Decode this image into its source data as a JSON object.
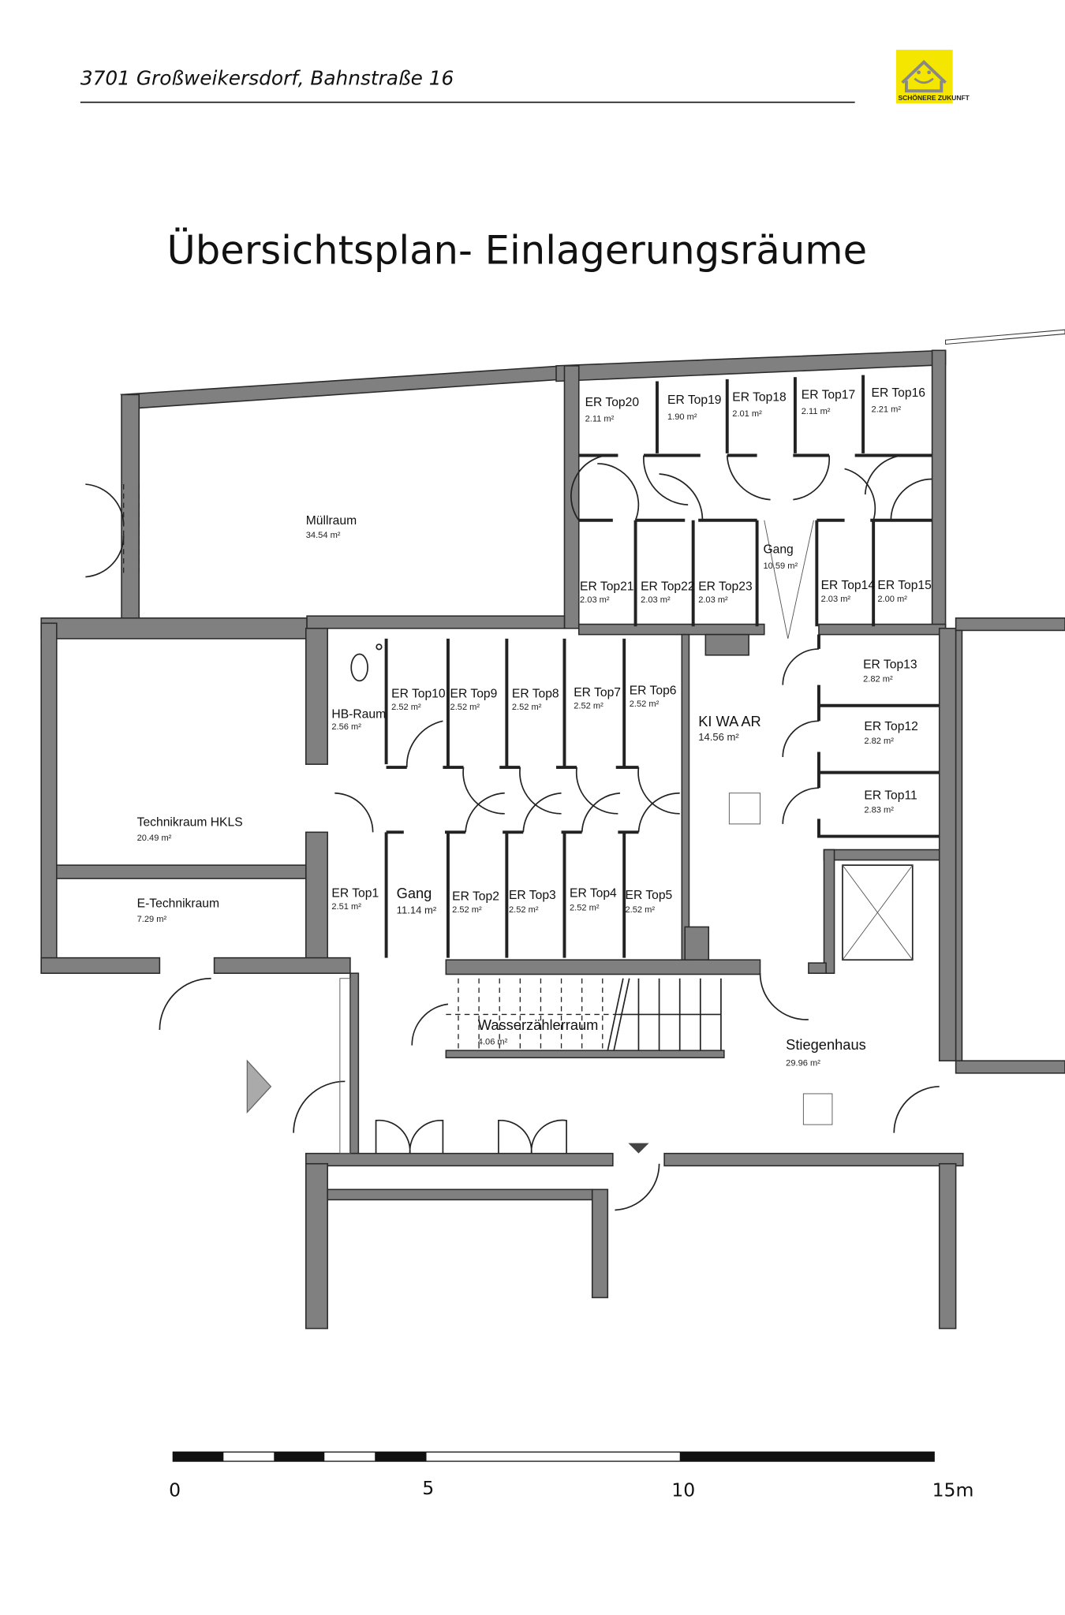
{
  "header": {
    "address": "3701 Großweikersdorf, Bahnstraße 16",
    "logo_text": "SCHÖNERE ZUKUNFT",
    "logo_color": "#f5e600"
  },
  "title": "Übersichtsplan- Einlagerungsräume",
  "rooms": {
    "muellraum": {
      "name": "Müllraum",
      "area": "34.54 m²"
    },
    "top20": {
      "name": "ER Top20",
      "area": "2.11 m²"
    },
    "top19": {
      "name": "ER Top19",
      "area": "1.90 m²"
    },
    "top18": {
      "name": "ER Top18",
      "area": "2.01 m²"
    },
    "top17": {
      "name": "ER Top17",
      "area": "2.11 m²"
    },
    "top16": {
      "name": "ER Top16",
      "area": "2.21 m²"
    },
    "top21": {
      "name": "ER Top21",
      "area": "2.03 m²"
    },
    "top22": {
      "name": "ER Top22",
      "area": "2.03 m²"
    },
    "top23": {
      "name": "ER Top23",
      "area": "2.03 m²"
    },
    "gang_upper": {
      "name": "Gang",
      "area": "10.59 m²"
    },
    "top14": {
      "name": "ER Top14",
      "area": "2.03 m²"
    },
    "top15": {
      "name": "ER Top15",
      "area": "2.00 m²"
    },
    "hb_raum": {
      "name": "HB-Raum",
      "area": "2.56 m²"
    },
    "top10": {
      "name": "ER Top10",
      "area": "2.52 m²"
    },
    "top9": {
      "name": "ER Top9",
      "area": "2.52 m²"
    },
    "top8": {
      "name": "ER Top8",
      "area": "2.52 m²"
    },
    "top7": {
      "name": "ER Top7",
      "area": "2.52 m²"
    },
    "top6": {
      "name": "ER Top6",
      "area": "2.52 m²"
    },
    "kiwaar": {
      "name": "KI WA AR",
      "area": "14.56 m²"
    },
    "top13": {
      "name": "ER Top13",
      "area": "2.82 m²"
    },
    "top12": {
      "name": "ER Top12",
      "area": "2.82 m²"
    },
    "top11": {
      "name": "ER Top11",
      "area": "2.83 m²"
    },
    "technikraum": {
      "name": "Technikraum HKLS",
      "area": "20.49 m²"
    },
    "etechnik": {
      "name": "E-Technikraum",
      "area": "7.29 m²"
    },
    "top1": {
      "name": "ER Top1",
      "area": "2.51 m²"
    },
    "gang_lower": {
      "name": "Gang",
      "area": "11.14 m²"
    },
    "top2": {
      "name": "ER Top2",
      "area": "2.52 m²"
    },
    "top3": {
      "name": "ER Top3",
      "area": "2.52 m²"
    },
    "top4": {
      "name": "ER Top4",
      "area": "2.52 m²"
    },
    "top5": {
      "name": "ER Top5",
      "area": "2.52 m²"
    },
    "wasser": {
      "name": "Wasserzählerraum",
      "area": "4.06 m²"
    },
    "stiegenhaus": {
      "name": "Stiegenhaus",
      "area": "29.96 m²"
    }
  },
  "scale_bar": {
    "labels": [
      "0",
      "5",
      "10",
      "15m"
    ]
  }
}
